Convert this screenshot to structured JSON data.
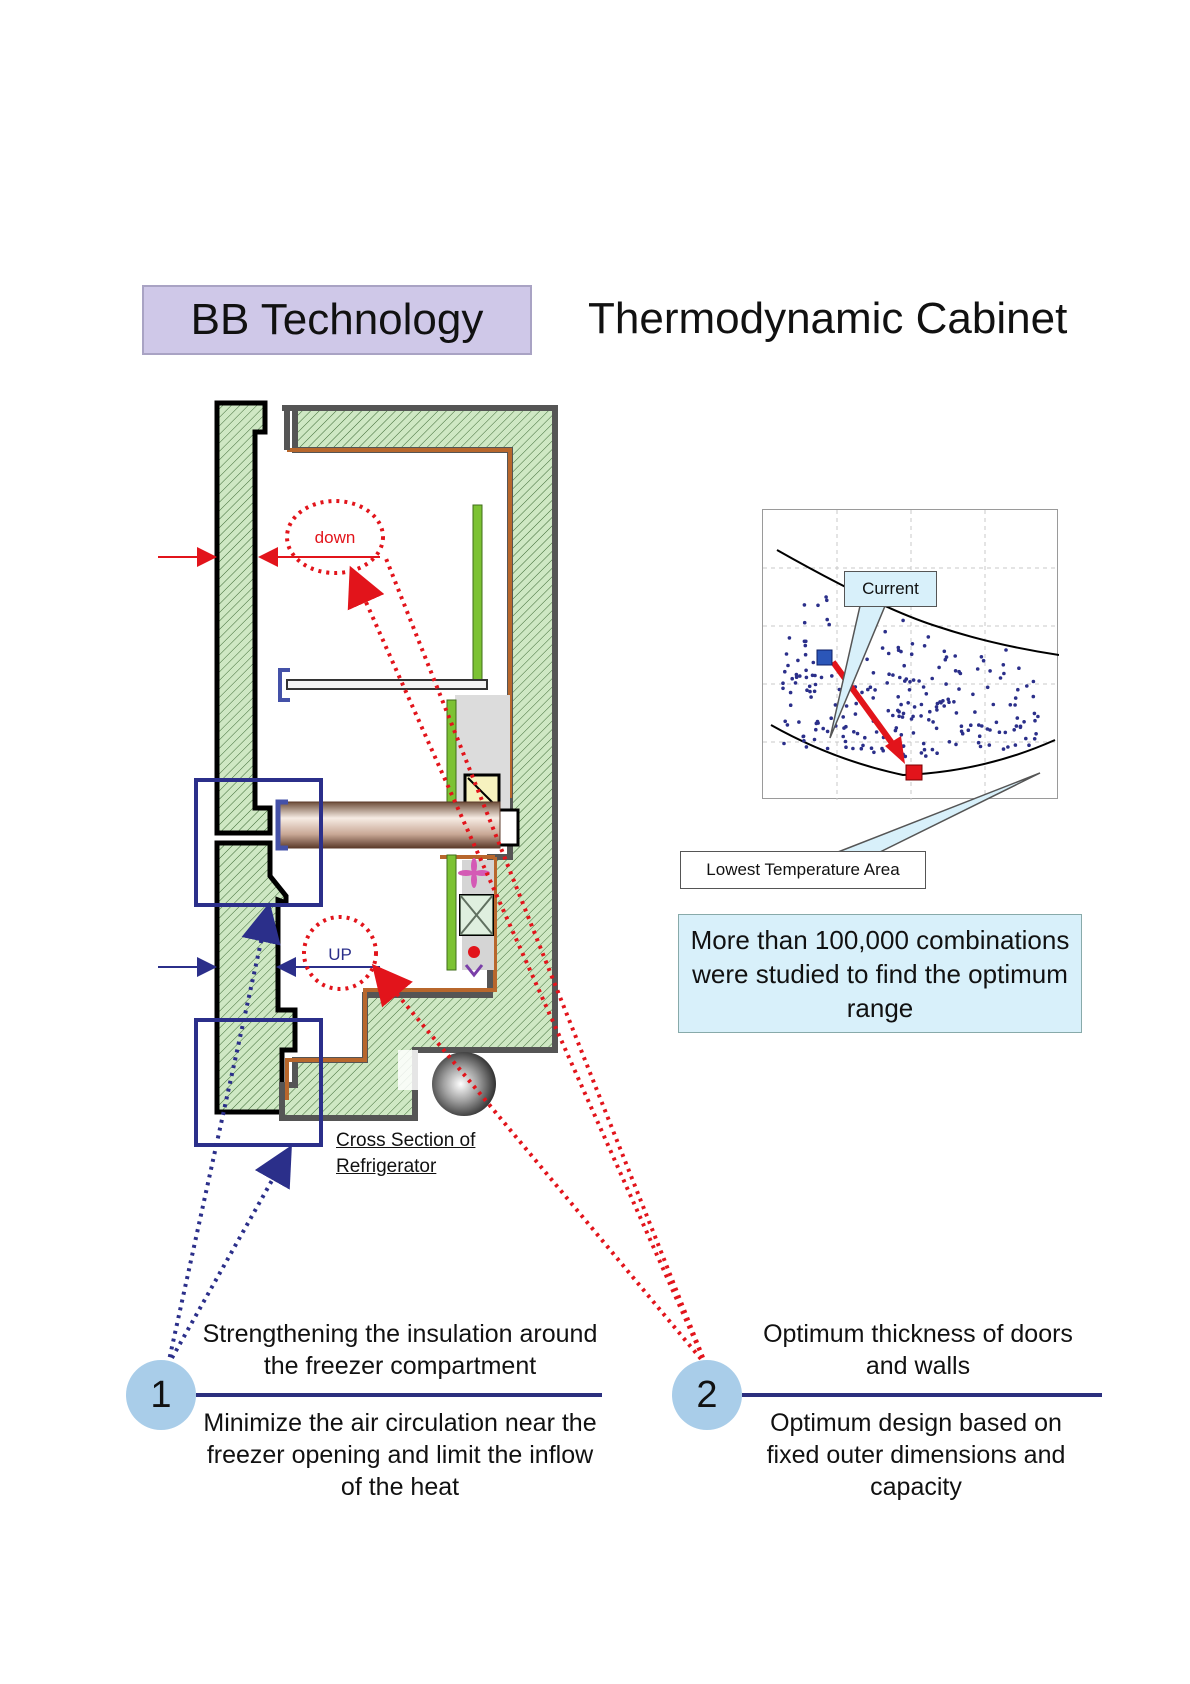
{
  "header": {
    "badge": "BB Technology",
    "title": "Thermodynamic Cabinet"
  },
  "diagram": {
    "label_down": "down",
    "label_up": "UP",
    "caption_line1": "Cross Section of",
    "caption_line2": "Refrigerator"
  },
  "chart": {
    "callout_current": "Current",
    "callout_lowest": "Lowest Temperature Area"
  },
  "info_box": {
    "text": "More than 100,000 combinations were studied to find the optimum range"
  },
  "points": [
    {
      "number": "1",
      "headline": "Strengthening the insulation around the freezer compartment",
      "detail": "Minimize the air circulation near the freezer opening and limit the inflow of the heat"
    },
    {
      "number": "2",
      "headline": "Optimum thickness of doors and walls",
      "detail": "Optimum design based on fixed outer dimensions and capacity"
    }
  ],
  "colors": {
    "badge_bg": "#cfc8e8",
    "insulation_green": "#cfe8c4",
    "liner_orange": "#b8672c",
    "shelf_green": "#7cc233",
    "highlight_blue": "#2b2f8a",
    "arrow_red": "#e2141b",
    "callout_bg": "#d8f0fa",
    "circle_bg": "#a9cde9"
  }
}
